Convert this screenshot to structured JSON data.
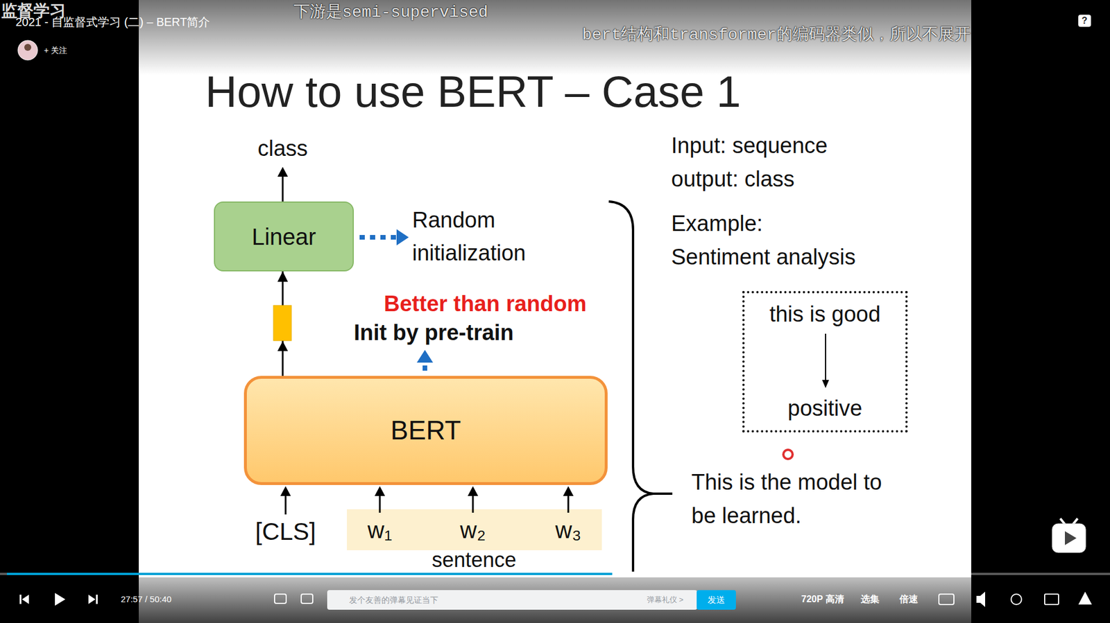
{
  "diagram": {
    "title": "How to use BERT – Case 1",
    "nodes": [
      {
        "text": [
          "Linear"
        ]
      },
      {
        "text": [
          "BERT"
        ]
      },
      {
        "text": [
          "this is good",
          "positive"
        ]
      }
    ],
    "edges": [
      {
        "from": 1,
        "to": 0,
        "arrow": "to"
      }
    ],
    "labels": [
      "监督学习",
      "2021 - 自监督式学习 (二) – BERT简介",
      "+ 关注",
      "下游是semi-supervised",
      "bert结构和transformer的编码器类似，所以不展开",
      "?",
      "class",
      "Random initialization",
      "Better than random",
      "Init by pre-train",
      "[CLS]",
      "w₁",
      "w₂",
      "w₃",
      "sentence",
      "Input: sequence",
      "output: class",
      "Example:",
      "Sentiment analysis",
      "This is the model to be learned.",
      "27:57 / 50:40",
      "发个友善的弹幕见证当下",
      "弹幕礼仪 >",
      "发送",
      "720P 高清",
      "选集",
      "倍速"
    ]
  }
}
